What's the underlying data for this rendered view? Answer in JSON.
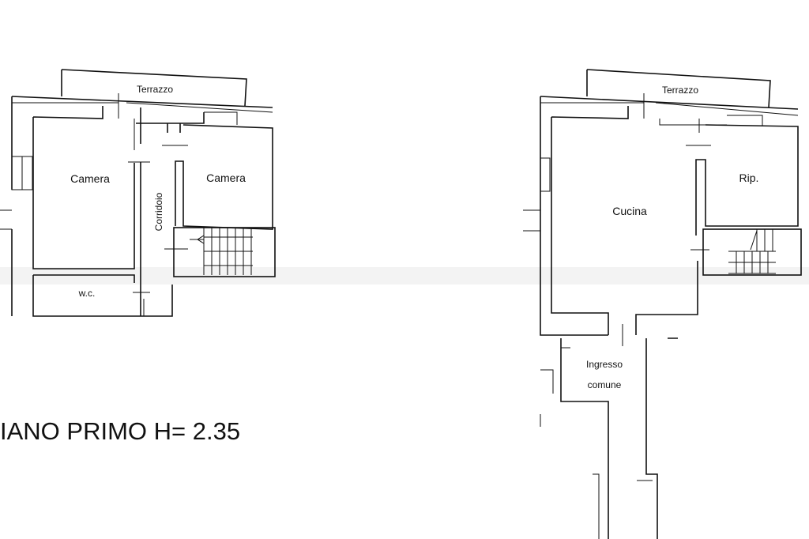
{
  "left_plan": {
    "terrace_label": "Terrazzo",
    "room_1_label": "Camera",
    "room_2_label": "Camera",
    "corridor_label": "Corridoio",
    "wc_label": "w.c."
  },
  "right_plan": {
    "terrace_label": "Terrazzo",
    "kitchen_label": "Cucina",
    "storage_label": "Rip.",
    "entrance_line1": "Ingresso",
    "entrance_line2": "comune"
  },
  "floor_title": "IANO PRIMO H= 2.35",
  "colors": {
    "ink": "#111111",
    "paper": "#ffffff"
  }
}
